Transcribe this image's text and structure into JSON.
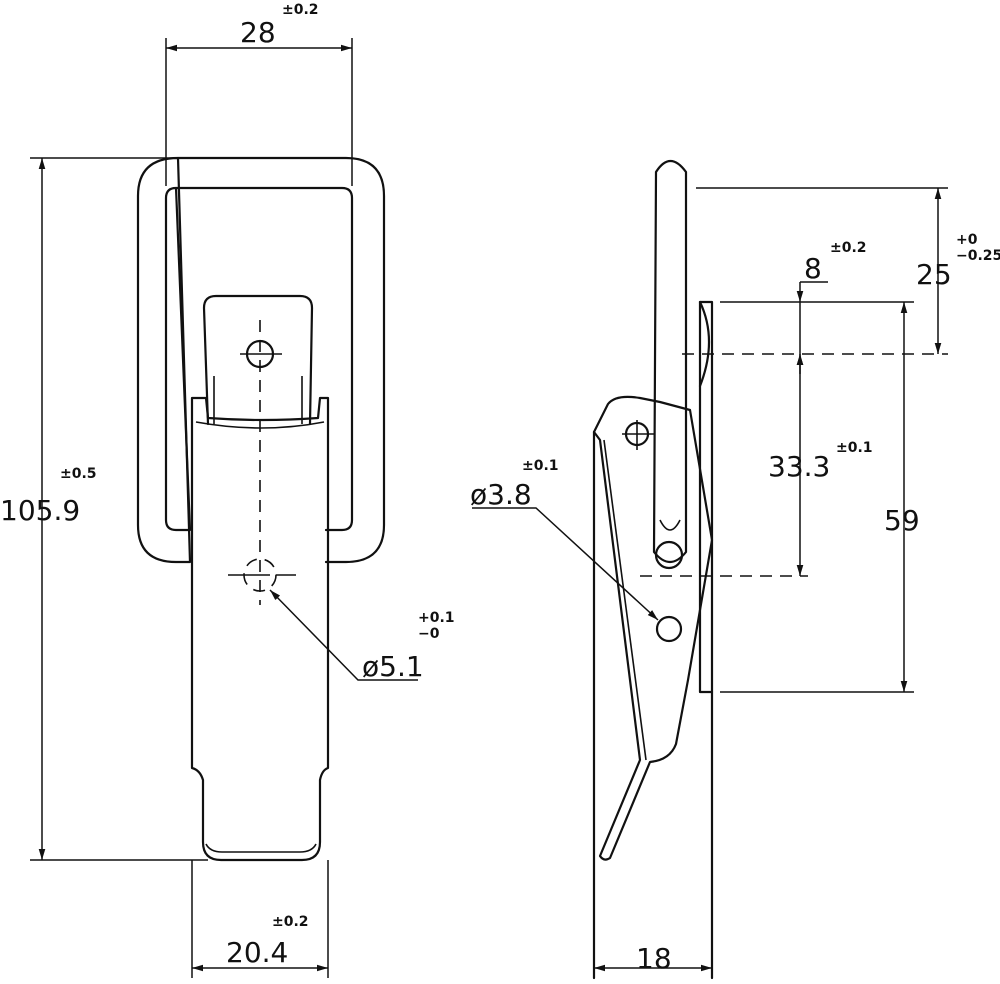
{
  "dimensions": {
    "width_top": {
      "value": "28",
      "tolerance": "±0.2"
    },
    "height_total": {
      "value": "105.9",
      "tolerance": "±0.5"
    },
    "width_bottom": {
      "value": "20.4",
      "tolerance": "±0.2"
    },
    "hole_large": {
      "value": "ø5.1",
      "tol_upper": "+0.1",
      "tol_lower": "−0"
    },
    "side_width": {
      "value": "18"
    },
    "side_hole": {
      "value": "ø3.8",
      "tolerance": "±0.1"
    },
    "side_offset": {
      "value": "8",
      "tolerance": "±0.2"
    },
    "side_pitch": {
      "value": "33.3",
      "tolerance": "±0.1"
    },
    "side_length": {
      "value": "59"
    },
    "side_hook": {
      "value": "25",
      "tol_upper": "+0",
      "tol_lower": "−0.25"
    }
  }
}
